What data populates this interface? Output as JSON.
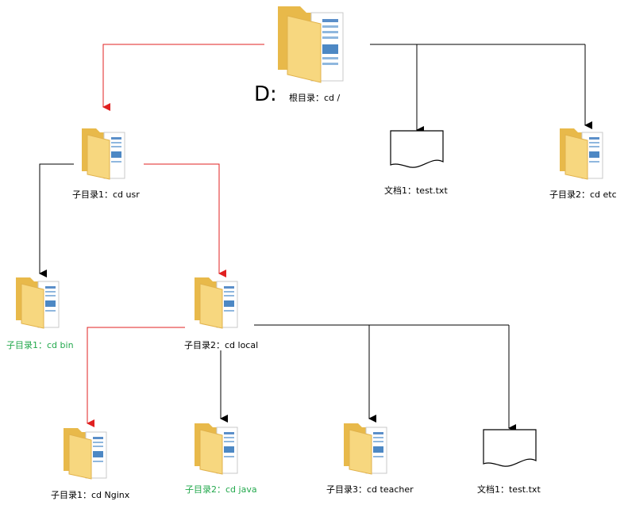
{
  "root": {
    "drive_letter": "D:",
    "label": "根目录：cd /"
  },
  "nodes": {
    "usr": {
      "label": "子目录1：cd usr"
    },
    "etc": {
      "label": "子目录2：cd etc"
    },
    "doc_root": {
      "label": "文档1：test.txt"
    },
    "bin": {
      "label": "子目录1：cd bin",
      "highlight": "green"
    },
    "local": {
      "label": "子目录2：cd local"
    },
    "nginx": {
      "label": "子目录1：cd Nginx"
    },
    "java": {
      "label": "子目录2：cd java",
      "highlight": "green"
    },
    "teacher": {
      "label": "子目录3：cd teacher"
    },
    "doc_local": {
      "label": "文档1：test.txt"
    }
  },
  "colors": {
    "path_arrow": "#e02020",
    "normal_arrow": "#000000",
    "highlight_text": "#22a84c",
    "folder_back": "#e8b94a",
    "folder_front": "#f7d77f"
  },
  "icons": {
    "folder": "folder-icon",
    "document": "document-icon"
  }
}
